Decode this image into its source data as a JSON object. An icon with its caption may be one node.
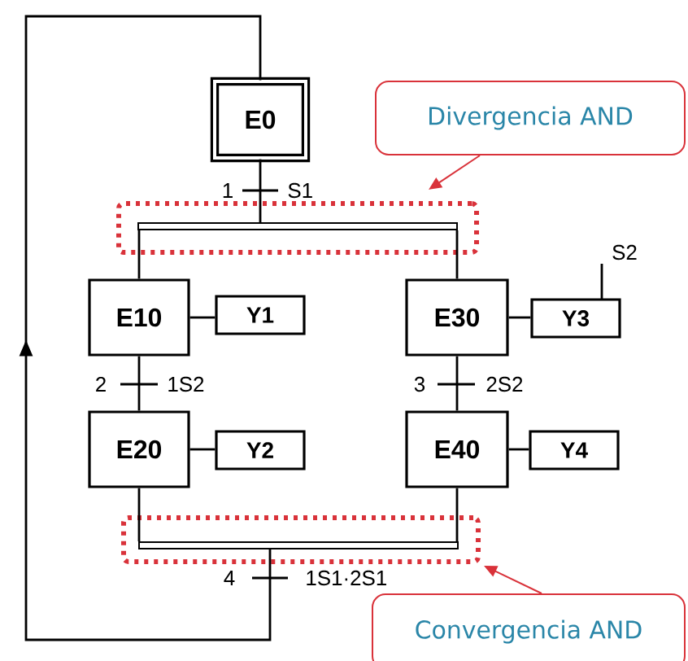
{
  "diagram": {
    "nodes": [
      {
        "text": [
          "E0"
        ]
      },
      {
        "text": [
          "Divergencia AND"
        ]
      },
      {
        "text": [],
        "shape": "box"
      },
      {
        "text": [],
        "shape": "bar",
        "in": 2
      },
      {
        "text": [
          "E10"
        ]
      },
      {
        "text": [
          "Y1"
        ]
      },
      {
        "text": [
          "E30"
        ]
      },
      {
        "text": [
          "Y3"
        ]
      },
      {
        "text": [
          "E20"
        ]
      },
      {
        "text": [
          "Y2"
        ]
      },
      {
        "text": [
          "E40"
        ]
      },
      {
        "text": [
          "Y4"
        ]
      },
      {
        "text": [],
        "shape": "box"
      },
      {
        "text": [],
        "shape": "bar",
        "in": 12
      },
      {
        "text": [
          "Convergencia AND"
        ]
      }
    ],
    "edges": [
      {
        "from": 0,
        "to": 3,
        "arrow": "none"
      },
      {
        "from": 3,
        "to": 4,
        "arrow": "none"
      },
      {
        "from": 3,
        "to": 6,
        "arrow": "none"
      },
      {
        "from": 4,
        "to": 8,
        "arrow": "none"
      },
      {
        "from": 6,
        "to": 10,
        "arrow": "none"
      },
      {
        "from": 8,
        "to": 13,
        "arrow": "none"
      },
      {
        "from": 10,
        "to": 13,
        "arrow": "none"
      },
      {
        "from": 13,
        "to": 0,
        "arrow": "to"
      },
      {
        "from": 4,
        "to": 5,
        "arrow": "none"
      },
      {
        "from": 6,
        "to": 7,
        "arrow": "none"
      },
      {
        "from": 8,
        "to": 9,
        "arrow": "none"
      },
      {
        "from": 10,
        "to": 11,
        "arrow": "none"
      },
      {
        "from": 1,
        "to": 2,
        "arrow": "to",
        "color": "#d9323a"
      },
      {
        "from": 14,
        "to": 12,
        "arrow": "to",
        "color": "#d9323a"
      }
    ],
    "labels": [
      "1",
      "S1",
      "S2",
      "2",
      "1S2",
      "3",
      "2S2",
      "4",
      "1S1·2S1"
    ]
  }
}
